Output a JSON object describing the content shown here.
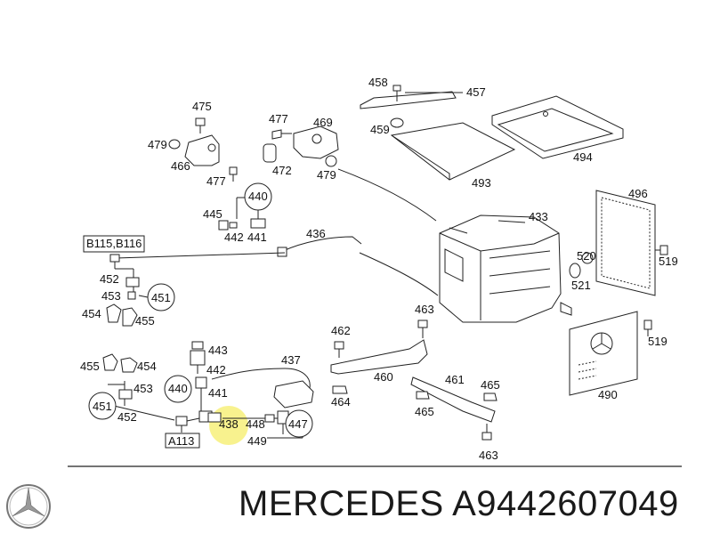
{
  "diagram": {
    "labels": {
      "l458": "458",
      "l457": "457",
      "l459": "459",
      "l494": "494",
      "l493": "493",
      "l475": "475",
      "l479a": "479",
      "l466": "466",
      "l477a": "477",
      "l477b": "477",
      "l469": "469",
      "l472": "472",
      "l479b": "479",
      "l440a": "440",
      "l445": "445",
      "l442a": "442",
      "l441a": "441",
      "l436": "436",
      "l433": "433",
      "l496": "496",
      "l520": "520",
      "l519a": "519",
      "l521": "521",
      "l519b": "519",
      "l452a": "452",
      "l453a": "453",
      "l451a": "451",
      "l454a": "454",
      "l455a": "455",
      "l443": "443",
      "l442b": "442",
      "l440b": "440",
      "l441b": "441",
      "l437": "437",
      "l462": "462",
      "l463a": "463",
      "l460": "460",
      "l461": "461",
      "l464": "464",
      "l465a": "465",
      "l465b": "465",
      "l490": "490",
      "l463b": "463",
      "l455b": "455",
      "l454b": "454",
      "l453b": "453",
      "l451b": "451",
      "l452b": "452",
      "l438": "438",
      "l448": "448",
      "l447": "447",
      "l449": "449"
    },
    "boxes": {
      "b115": "B115,B116",
      "a113": "A113"
    },
    "highlight_color": "#f7f07a"
  },
  "caption": {
    "text": "MERCEDES A9442607049"
  },
  "logo": {
    "icon": "mercedes-star-icon"
  }
}
